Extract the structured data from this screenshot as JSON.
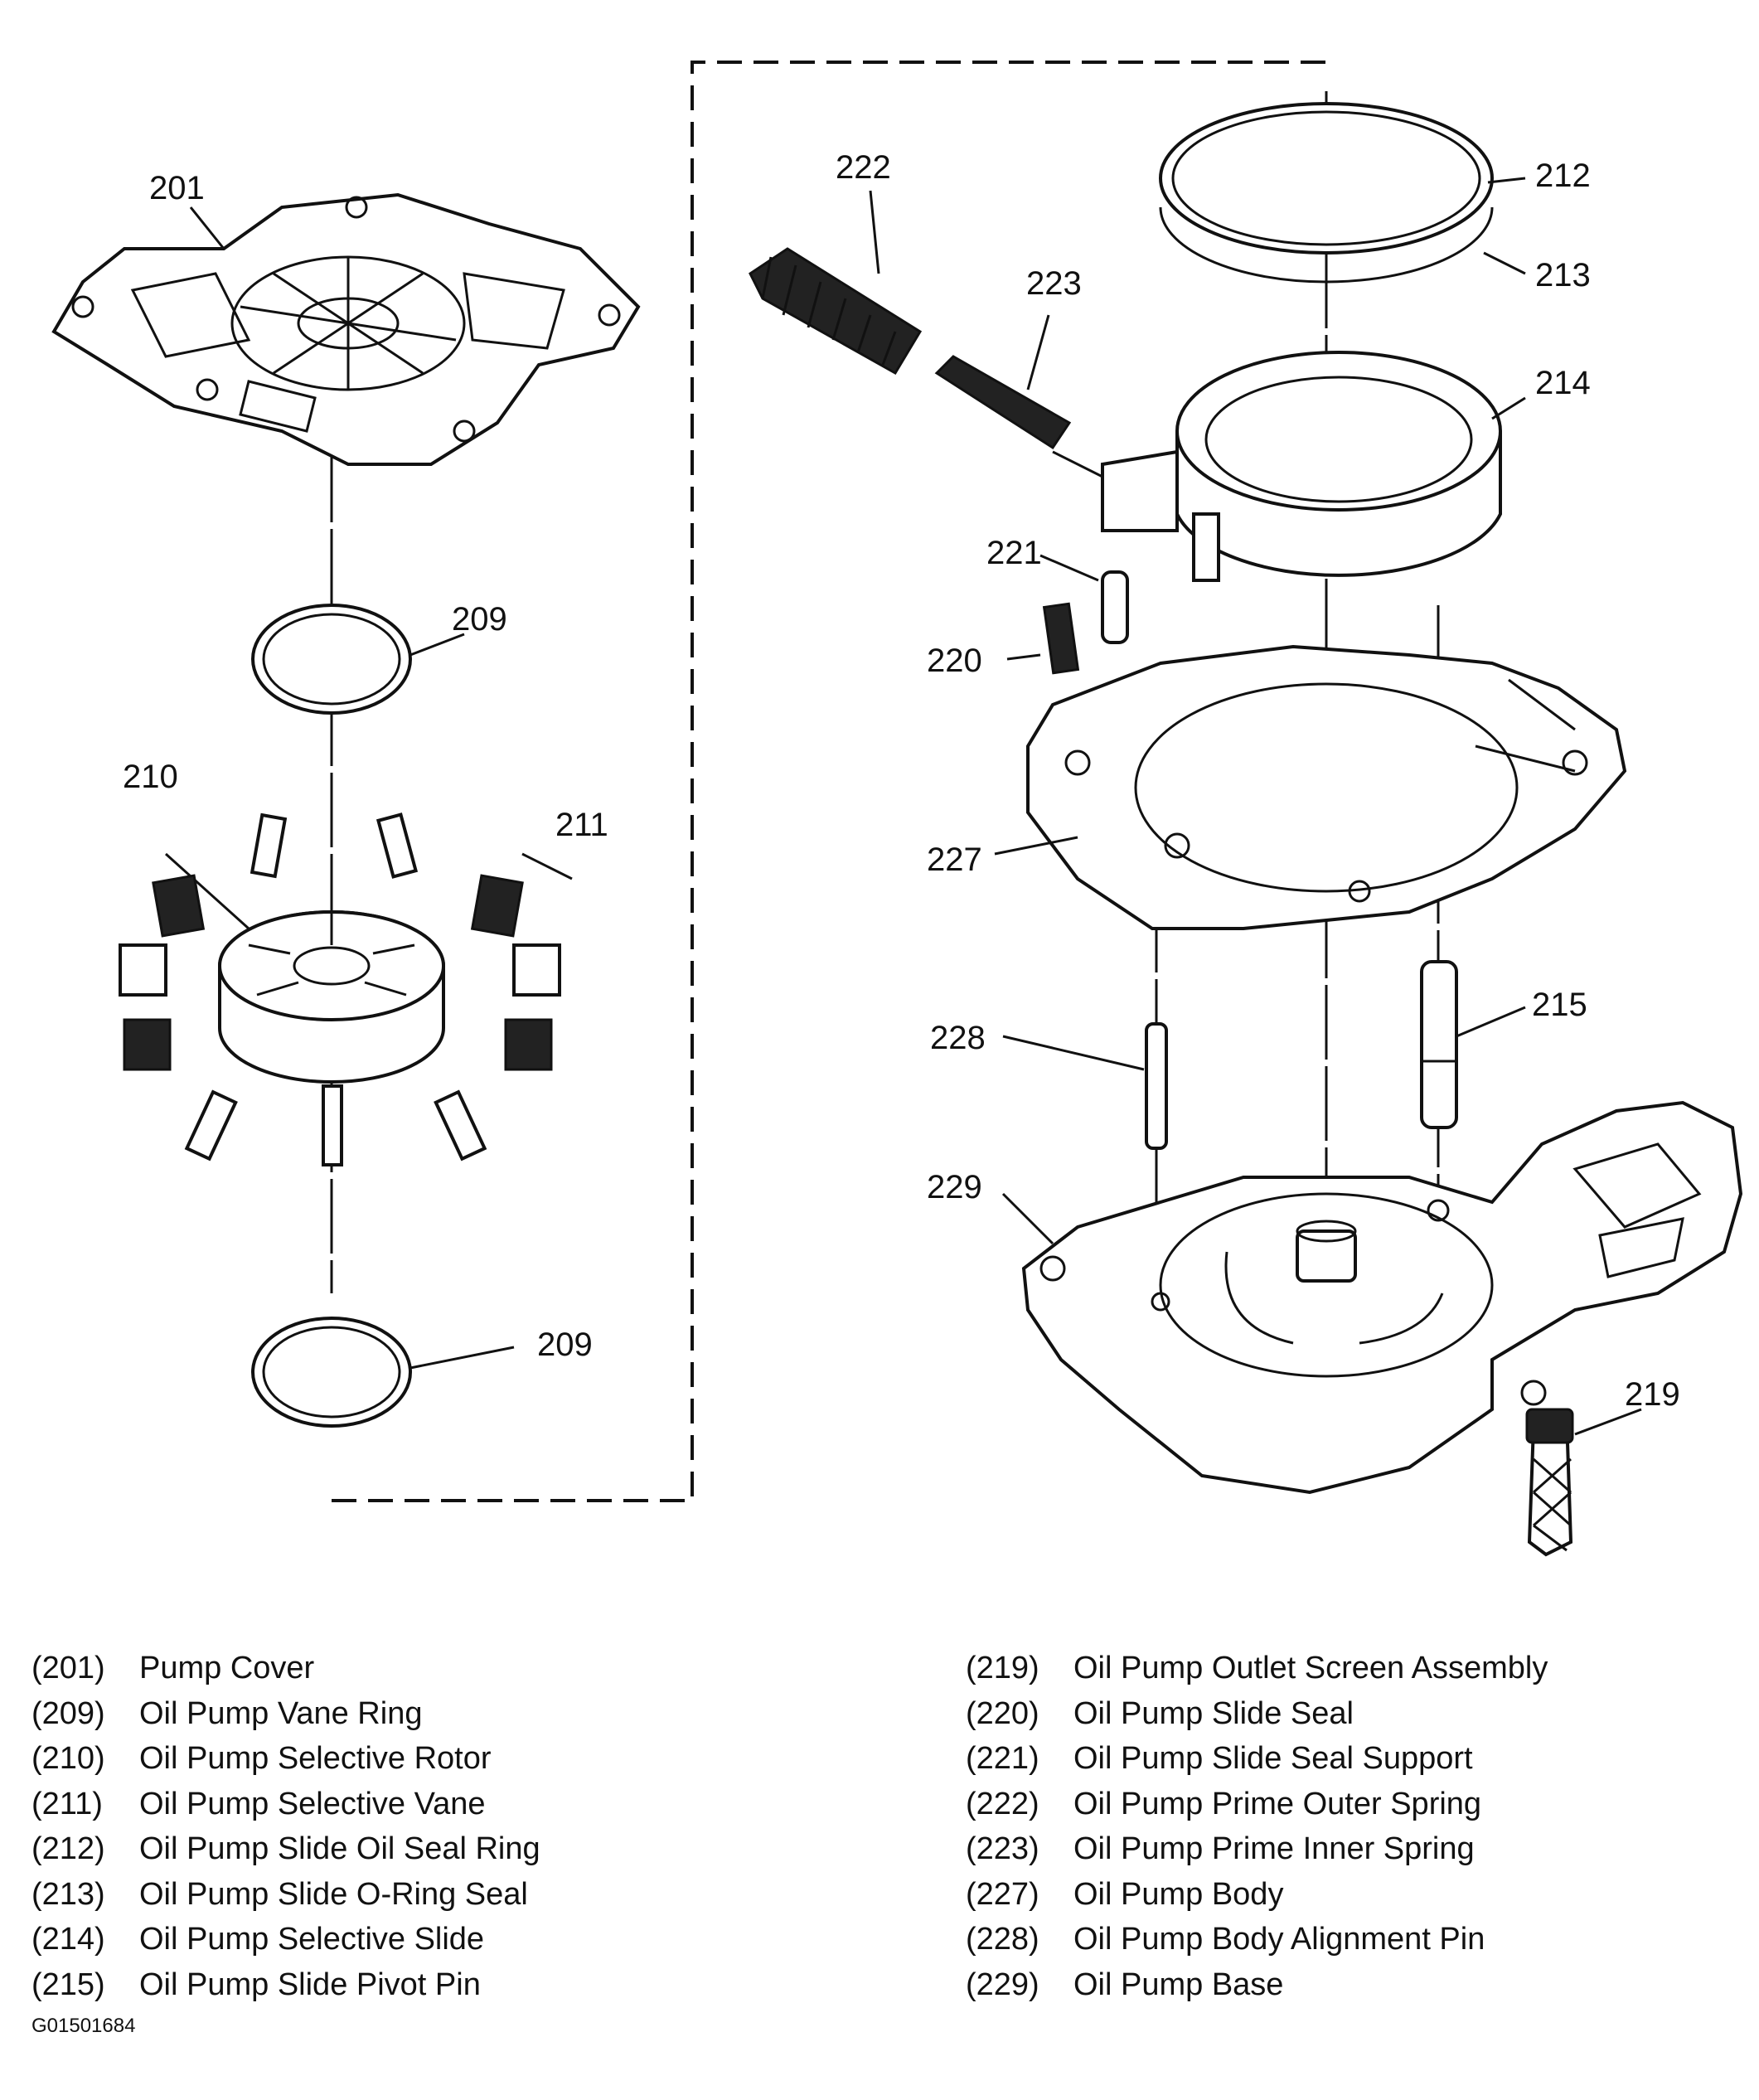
{
  "callouts": {
    "c201": "201",
    "c209a": "209",
    "c209b": "209",
    "c210": "210",
    "c211": "211",
    "c212": "212",
    "c213": "213",
    "c214": "214",
    "c215": "215",
    "c219": "219",
    "c220": "220",
    "c221": "221",
    "c222": "222",
    "c223": "223",
    "c227": "227",
    "c228": "228",
    "c229": "229"
  },
  "legend_left": [
    {
      "num": "(201)",
      "label": "Pump Cover"
    },
    {
      "num": "(209)",
      "label": "Oil Pump Vane Ring"
    },
    {
      "num": "(210)",
      "label": "Oil Pump Selective Rotor"
    },
    {
      "num": "(211)",
      "label": "Oil Pump Selective Vane"
    },
    {
      "num": "(212)",
      "label": "Oil Pump Slide Oil Seal Ring"
    },
    {
      "num": "(213)",
      "label": "Oil Pump Slide O-Ring Seal"
    },
    {
      "num": "(214)",
      "label": "Oil Pump Selective Slide"
    },
    {
      "num": "(215)",
      "label": "Oil Pump Slide Pivot Pin"
    }
  ],
  "legend_right": [
    {
      "num": "(219)",
      "label": "Oil Pump Outlet Screen Assembly"
    },
    {
      "num": "(220)",
      "label": "Oil Pump Slide Seal"
    },
    {
      "num": "(221)",
      "label": "Oil Pump Slide Seal Support"
    },
    {
      "num": "(222)",
      "label": "Oil Pump Prime Outer Spring"
    },
    {
      "num": "(223)",
      "label": "Oil Pump Prime Inner Spring"
    },
    {
      "num": "(227)",
      "label": "Oil Pump Body"
    },
    {
      "num": "(228)",
      "label": "Oil Pump Body Alignment Pin"
    },
    {
      "num": "(229)",
      "label": "Oil Pump Base"
    }
  ],
  "figure_id": "G01501684"
}
